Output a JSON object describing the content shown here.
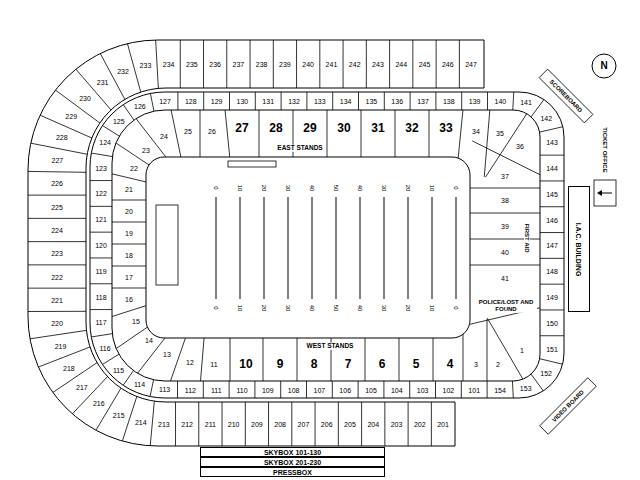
{
  "diagram": {
    "nodes": [
      {
        "text": [
          "I.A.C. BUILDING"
        ]
      },
      {
        "text": [
          "SKYBOX 101-130"
        ]
      },
      {
        "text": [
          "SKYBOX 201-230"
        ]
      },
      {
        "text": [
          "PRESSBOX"
        ]
      }
    ],
    "labels": [
      "247",
      "246",
      "245",
      "244",
      "243",
      "242",
      "241",
      "240",
      "239",
      "238",
      "237",
      "236",
      "235",
      "234",
      "233",
      "232",
      "231",
      "230",
      "229",
      "228",
      "227",
      "226",
      "225",
      "224",
      "223",
      "222",
      "221",
      "220",
      "219",
      "218",
      "217",
      "216",
      "215",
      "214",
      "213",
      "212",
      "211",
      "210",
      "209",
      "208",
      "207",
      "206",
      "205",
      "204",
      "203",
      "202",
      "201",
      "127",
      "128",
      "129",
      "130",
      "131",
      "132",
      "133",
      "134",
      "135",
      "136",
      "137",
      "138",
      "139",
      "140",
      "141",
      "142",
      "143",
      "144",
      "145",
      "146",
      "147",
      "148",
      "149",
      "150",
      "151",
      "152",
      "153",
      "154",
      "101",
      "102",
      "103",
      "104",
      "105",
      "106",
      "107",
      "108",
      "109",
      "110",
      "111",
      "112",
      "113",
      "114",
      "115",
      "116",
      "117",
      "118",
      "119",
      "120",
      "121",
      "122",
      "123",
      "124",
      "125",
      "126",
      "1",
      "2",
      "3",
      "4",
      "5",
      "6",
      "7",
      "8",
      "9",
      "10",
      "11",
      "12",
      "13",
      "14",
      "15",
      "16",
      "17",
      "18",
      "19",
      "20",
      "21",
      "22",
      "23",
      "24",
      "25",
      "26",
      "27",
      "28",
      "29",
      "30",
      "31",
      "32",
      "33",
      "34",
      "35",
      "36",
      "37",
      "38",
      "39",
      "40",
      "41",
      "0",
      "10",
      "20",
      "30",
      "40",
      "50",
      "40",
      "30",
      "20",
      "10",
      "0",
      "0",
      "10",
      "20",
      "30",
      "40",
      "50",
      "40",
      "30",
      "20",
      "10",
      "0",
      "EAST STANDS",
      "WEST STANDS",
      "FIRST AID",
      "POLICE/LOST AND FOUND",
      "SCOREBOARD",
      "VIDEO BOARD",
      "TICKET OFFICE",
      "N"
    ]
  }
}
